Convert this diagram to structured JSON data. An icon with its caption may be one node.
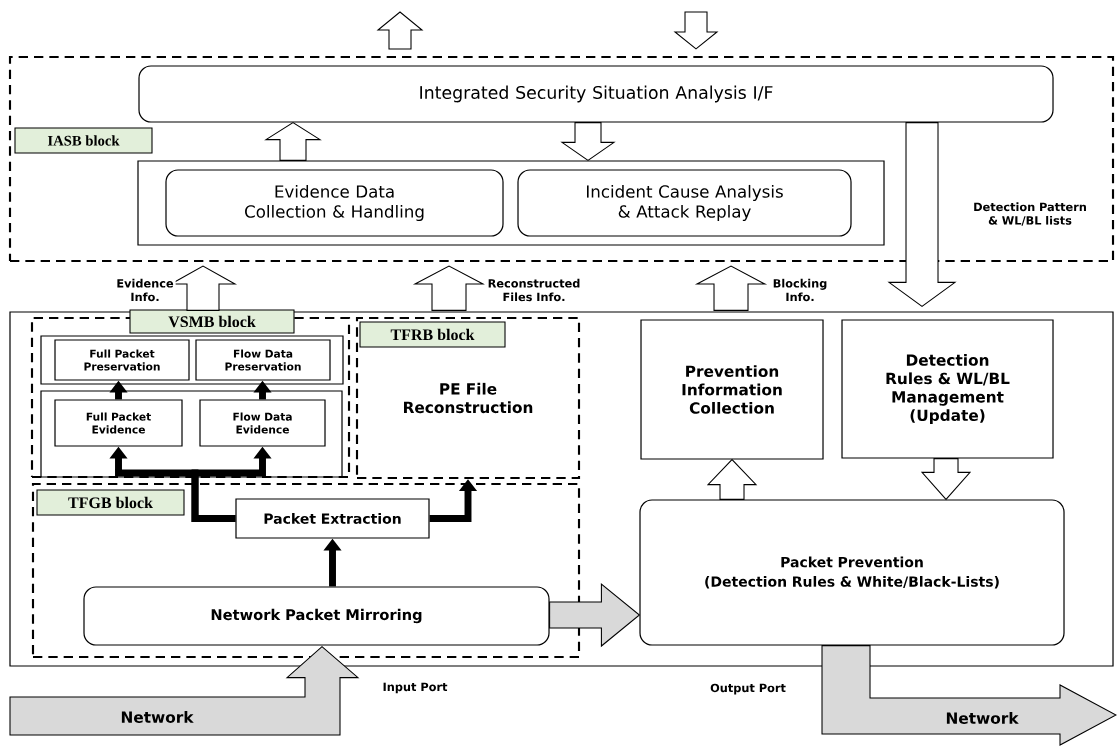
{
  "diagram": {
    "nodes": [
      {
        "text": [
          "IASB block"
        ]
      },
      {
        "text": [
          "Integrated Security Situation Analysis I/F"
        ],
        "in": 0
      },
      {
        "text": [],
        "shape": "box",
        "in": 0
      },
      {
        "text": [
          "Evidence Data Collection & Handling"
        ],
        "in": 2
      },
      {
        "text": [
          "Incident Cause Analysis & Attack Replay"
        ],
        "in": 2
      },
      {
        "text": [],
        "shape": "box"
      },
      {
        "text": [
          "VSMB block"
        ],
        "in": 5
      },
      {
        "text": [],
        "shape": "box",
        "in": 6
      },
      {
        "text": [
          "Full Packet Preservation"
        ],
        "in": 7
      },
      {
        "text": [
          "Flow Data Preservation"
        ],
        "in": 7
      },
      {
        "text": [],
        "shape": "box",
        "in": 6
      },
      {
        "text": [
          "Full Packet Evidence"
        ],
        "in": 10
      },
      {
        "text": [
          "Flow Data Evidence"
        ],
        "in": 10
      },
      {
        "text": [
          "TFRB block",
          "PE File Reconstruction"
        ],
        "in": 5
      },
      {
        "text": [
          "TFGB block"
        ],
        "in": 5
      },
      {
        "text": [
          "Packet Extraction"
        ],
        "in": 14
      },
      {
        "text": [
          "Network Packet Mirroring"
        ],
        "in": 14
      },
      {
        "text": [
          "Prevention Information Collection"
        ],
        "in": 5
      },
      {
        "text": [
          "Detection Rules & WL/BL Management (Update)"
        ],
        "in": 5
      },
      {
        "text": [
          "Packet Prevention",
          "(Detection Rules & White/Black-Lists)"
        ],
        "in": 5
      }
    ],
    "edges": [
      {
        "from": 0,
        "to": null,
        "arrow": "to"
      },
      {
        "from": null,
        "to": 0,
        "arrow": "to"
      },
      {
        "from": 2,
        "to": 1,
        "arrow": "to"
      },
      {
        "from": 1,
        "to": 2,
        "arrow": "to"
      },
      {
        "from": 5,
        "to": 0,
        "arrow": "to",
        "label": "Evidence Info."
      },
      {
        "from": 5,
        "to": 0,
        "arrow": "to",
        "label": "Reconstructed Files Info."
      },
      {
        "from": 5,
        "to": 0,
        "arrow": "to",
        "label": "Blocking Info."
      },
      {
        "from": 1,
        "to": 5,
        "arrow": "to",
        "label": "Detection Pattern & WL/BL lists"
      },
      {
        "from": 19,
        "to": 17,
        "arrow": "to"
      },
      {
        "from": 18,
        "to": 19,
        "arrow": "to"
      },
      {
        "from": 11,
        "to": 8,
        "arrow": "to"
      },
      {
        "from": 12,
        "to": 9,
        "arrow": "to"
      },
      {
        "from": 15,
        "to": 11,
        "arrow": "to"
      },
      {
        "from": 15,
        "to": 12,
        "arrow": "to"
      },
      {
        "from": 15,
        "to": 13,
        "arrow": "to"
      },
      {
        "from": 16,
        "to": 15,
        "arrow": "to"
      },
      {
        "from": 16,
        "to": 19,
        "arrow": "to",
        "color": "#d9d9d9"
      },
      {
        "from": null,
        "to": 16,
        "arrow": "to",
        "color": "#d9d9d9",
        "label": "Network"
      },
      {
        "from": 19,
        "to": null,
        "arrow": "to",
        "color": "#d9d9d9",
        "label": "Network"
      }
    ],
    "labels": [
      "Input Port",
      "Output Port"
    ]
  }
}
